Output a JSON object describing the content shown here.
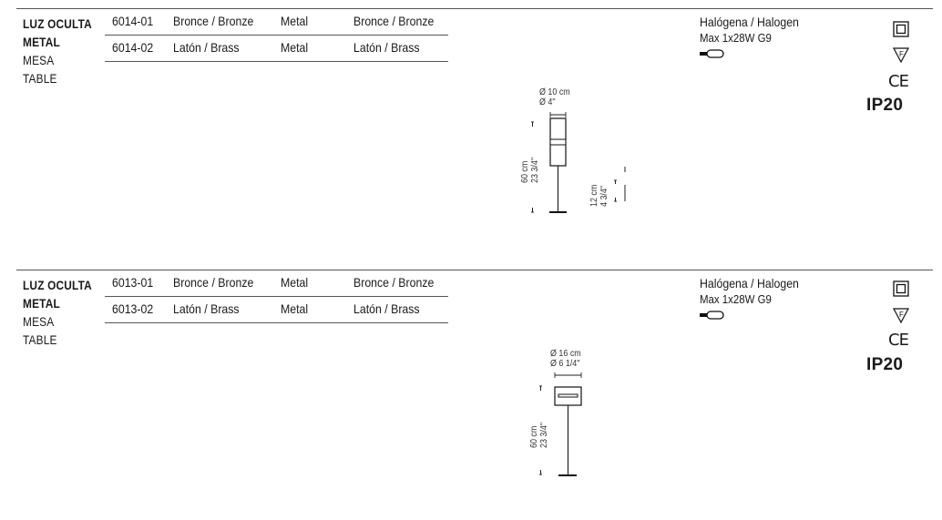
{
  "products": [
    {
      "name_line1": "LUZ OCULTA",
      "name_line2": "METAL",
      "type_es": "MESA",
      "type_en": "TABLE",
      "variants": [
        {
          "code": "6014-01",
          "finish": "Bronce / Bronze",
          "material": "Metal",
          "shade": "Bronce / Bronze"
        },
        {
          "code": "6014-02",
          "finish": "Latón / Brass",
          "material": "Metal",
          "shade": "Latón / Brass"
        }
      ],
      "lamp_type": "Halógena / Halogen",
      "lamp_max": "Max 1x28W G9",
      "ip_rating": "IP20",
      "ce_mark": "CE",
      "dims": {
        "diameter_cm": "Ø 10 cm",
        "diameter_in": "Ø 4\"",
        "height_cm": "60 cm",
        "height_in": "23 3/4\"",
        "base_cm": "12 cm",
        "base_in": "4 3/4\""
      }
    },
    {
      "name_line1": "LUZ OCULTA",
      "name_line2": "METAL",
      "type_es": "MESA",
      "type_en": "TABLE",
      "variants": [
        {
          "code": "6013-01",
          "finish": "Bronce / Bronze",
          "material": "Metal",
          "shade": "Bronce / Bronze"
        },
        {
          "code": "6013-02",
          "finish": "Latón / Brass",
          "material": "Metal",
          "shade": "Latón / Brass"
        }
      ],
      "lamp_type": "Halógena / Halogen",
      "lamp_max": "Max 1x28W G9",
      "ip_rating": "IP20",
      "ce_mark": "CE",
      "dims": {
        "diameter_cm": "Ø 16 cm",
        "diameter_in": "Ø 6 1/4\"",
        "height_cm": "60 cm",
        "height_in": "23 3/4\""
      }
    }
  ],
  "icons": [
    "class-ii-double-insulation-icon",
    "f-mark-triangle-icon",
    "ce-mark-icon",
    "g9-bulb-icon"
  ]
}
